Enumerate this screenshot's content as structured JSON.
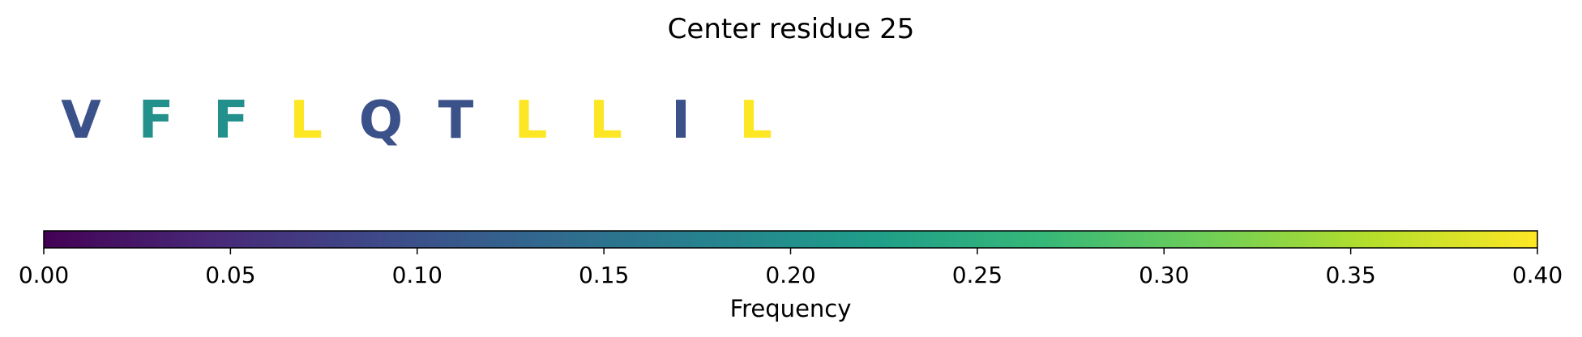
{
  "chart_data": {
    "type": "heatmap",
    "title": "Center residue 25",
    "residues": [
      {
        "letter": "V",
        "frequency": 0.1
      },
      {
        "letter": "F",
        "frequency": 0.2
      },
      {
        "letter": "F",
        "frequency": 0.2
      },
      {
        "letter": "L",
        "frequency": 0.4
      },
      {
        "letter": "Q",
        "frequency": 0.1
      },
      {
        "letter": "T",
        "frequency": 0.1
      },
      {
        "letter": "L",
        "frequency": 0.4
      },
      {
        "letter": "L",
        "frequency": 0.4
      },
      {
        "letter": "I",
        "frequency": 0.1
      },
      {
        "letter": "L",
        "frequency": 0.4
      }
    ],
    "colorbar": {
      "label": "Frequency",
      "range": [
        0.0,
        0.4
      ],
      "ticks": [
        0.0,
        0.05,
        0.1,
        0.15,
        0.2,
        0.25,
        0.3,
        0.35,
        0.4
      ],
      "tick_labels": [
        "0.00",
        "0.05",
        "0.10",
        "0.15",
        "0.20",
        "0.25",
        "0.30",
        "0.35",
        "0.40"
      ],
      "colormap": "viridis",
      "colormap_stops": [
        "#440154",
        "#482878",
        "#3e4989",
        "#31688e",
        "#26828e",
        "#1f9e89",
        "#35b779",
        "#6ece58",
        "#b5de2b",
        "#fde725"
      ]
    }
  }
}
